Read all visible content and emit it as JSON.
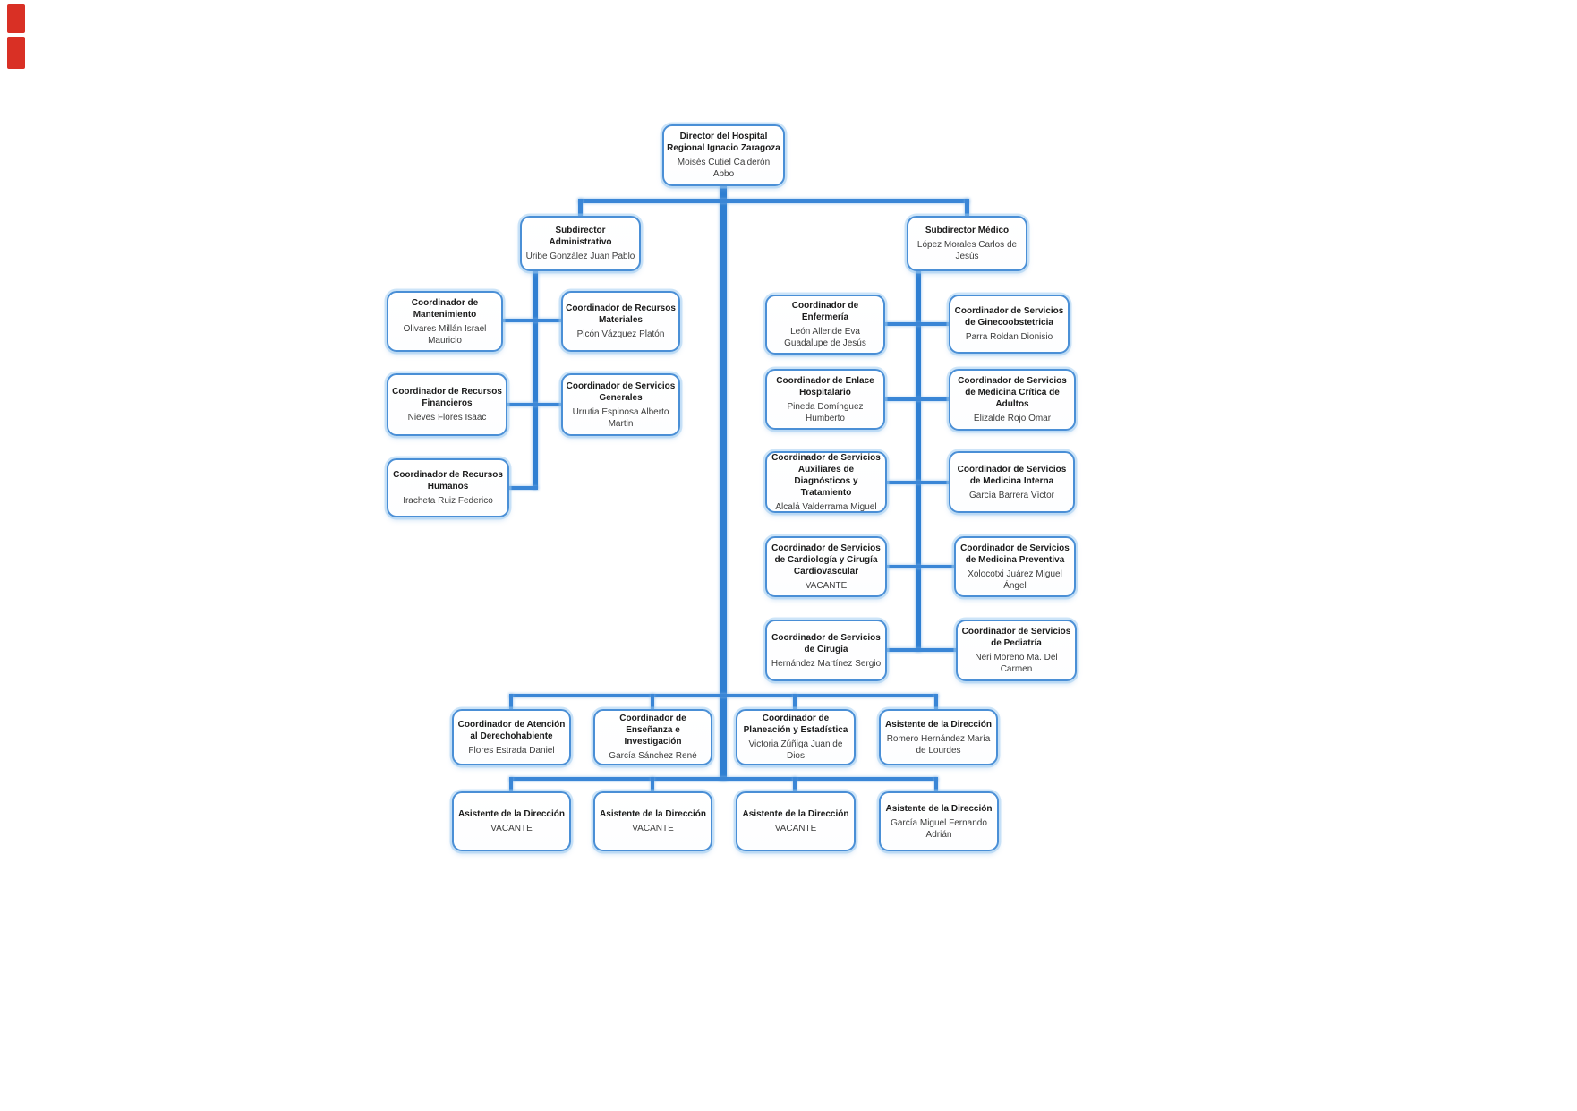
{
  "diagram_type": "organizational-chart",
  "organization": "Hospital Regional Ignacio Zaragoza",
  "colors": {
    "connector_line": "#3a86d6",
    "box_border": "#4a8fd6",
    "box_halo": "#9ecbf2",
    "title_text": "#1b1b1b",
    "person_text": "#3c3c3c",
    "page_background": "#ffffff",
    "edge_artifact_red": "#d93025"
  },
  "org": {
    "nodes": [
      {
        "id": "director",
        "title": "Director del Hospital Regional Ignacio Zaragoza",
        "person": "Moisés Cutiel Calderón Abbo",
        "reports_to": null
      },
      {
        "id": "subdirector-administrativo",
        "title": "Subdirector Administrativo",
        "person": "Uribe González Juan Pablo",
        "reports_to": "director"
      },
      {
        "id": "subdirector-medico",
        "title": "Subdirector Médico",
        "person": "López Morales Carlos de Jesús",
        "reports_to": "director"
      },
      {
        "id": "mantenimiento",
        "title": "Coordinador de Mantenimiento",
        "person": "Olivares Millán Israel Mauricio",
        "reports_to": "subdirector-administrativo"
      },
      {
        "id": "recursos-materiales",
        "title": "Coordinador de Recursos Materiales",
        "person": "Picón Vázquez Platón",
        "reports_to": "subdirector-administrativo"
      },
      {
        "id": "recursos-financieros",
        "title": "Coordinador de Recursos Financieros",
        "person": "Nieves Flores Isaac",
        "reports_to": "subdirector-administrativo"
      },
      {
        "id": "servicios-generales",
        "title": "Coordinador de Servicios Generales",
        "person": "Urrutia Espinosa Alberto Martin",
        "reports_to": "subdirector-administrativo"
      },
      {
        "id": "recursos-humanos",
        "title": "Coordinador de Recursos Humanos",
        "person": "Iracheta Ruiz Federico",
        "reports_to": "subdirector-administrativo"
      },
      {
        "id": "enfermeria",
        "title": "Coordinador de Enfermería",
        "person": "León Allende Eva Guadalupe de Jesús",
        "reports_to": "subdirector-medico"
      },
      {
        "id": "ginecoobstetricia",
        "title": "Coordinador de Servicios de Ginecoobstetricia",
        "person": "Parra Roldan Dionisio",
        "reports_to": "subdirector-medico"
      },
      {
        "id": "enlace-hospitalario",
        "title": "Coordinador de Enlace Hospitalario",
        "person": "Pineda Domínguez Humberto",
        "reports_to": "subdirector-medico"
      },
      {
        "id": "medicina-critica",
        "title": "Coordinador de Servicios de Medicina Crítica de Adultos",
        "person": "Elizalde Rojo Omar",
        "reports_to": "subdirector-medico"
      },
      {
        "id": "aux-diagnosticos",
        "title": "Coordinador de Servicios Auxiliares de Diagnósticos y Tratamiento",
        "person": "Alcalá Valderrama Miguel",
        "reports_to": "subdirector-medico"
      },
      {
        "id": "medicina-interna",
        "title": "Coordinador de Servicios de Medicina Interna",
        "person": "García Barrera Víctor",
        "reports_to": "subdirector-medico"
      },
      {
        "id": "cardiologia",
        "title": "Coordinador de Servicios de Cardiología y Cirugía Cardiovascular",
        "person": "VACANTE",
        "reports_to": "subdirector-medico"
      },
      {
        "id": "medicina-preventiva",
        "title": "Coordinador de Servicios de Medicina Preventiva",
        "person": "Xolocotxi Juárez Miguel Ángel",
        "reports_to": "subdirector-medico"
      },
      {
        "id": "cirugia",
        "title": "Coordinador de Servicios de Cirugía",
        "person": "Hernández Martínez Sergio",
        "reports_to": "subdirector-medico"
      },
      {
        "id": "pediatria",
        "title": "Coordinador de Servicios de Pediatría",
        "person": "Neri Moreno Ma. Del Carmen",
        "reports_to": "subdirector-medico"
      },
      {
        "id": "atencion-derechohabiente",
        "title": "Coordinador de Atención al Derechohabiente",
        "person": "Flores Estrada Daniel",
        "reports_to": "director"
      },
      {
        "id": "ensenanza-investigacion",
        "title": "Coordinador de Enseñanza e Investigación",
        "person": "García Sánchez René",
        "reports_to": "director"
      },
      {
        "id": "planeacion-estadistica",
        "title": "Coordinador de Planeación y Estadística",
        "person": "Victoria Zúñiga Juan de Dios",
        "reports_to": "director"
      },
      {
        "id": "asistente-1",
        "title": "Asistente de la Dirección",
        "person": "Romero Hernández María de Lourdes",
        "reports_to": "director"
      },
      {
        "id": "asistente-2",
        "title": "Asistente de la Dirección",
        "person": "VACANTE",
        "reports_to": "director"
      },
      {
        "id": "asistente-3",
        "title": "Asistente de la Dirección",
        "person": "VACANTE",
        "reports_to": "director"
      },
      {
        "id": "asistente-4",
        "title": "Asistente de la Dirección",
        "person": "VACANTE",
        "reports_to": "director"
      },
      {
        "id": "asistente-5",
        "title": "Asistente de la Dirección",
        "person": "García Miguel Fernando Adrián",
        "reports_to": "director"
      }
    ]
  }
}
